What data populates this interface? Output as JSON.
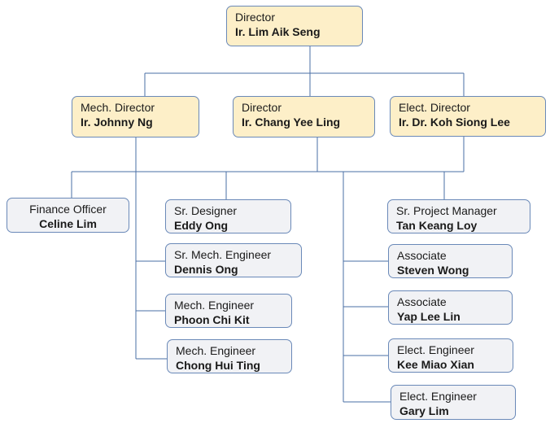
{
  "chart": {
    "nodes": [
      {
        "id": "director-lim",
        "role": "Director",
        "name": "Ir. Lim Aik Seng"
      },
      {
        "id": "mech-director",
        "role": "Mech. Director",
        "name": "Ir. Johnny Ng"
      },
      {
        "id": "director-chang",
        "role": "Director",
        "name": "Ir. Chang Yee Ling"
      },
      {
        "id": "elect-director",
        "role": "Elect. Director",
        "name": "Ir. Dr. Koh Siong Lee"
      },
      {
        "id": "finance-officer",
        "role": "Finance Officer",
        "name": "Celine Lim"
      },
      {
        "id": "sr-designer",
        "role": "Sr. Designer",
        "name": "Eddy Ong"
      },
      {
        "id": "sr-mech-engineer",
        "role": "Sr. Mech. Engineer",
        "name": "Dennis Ong"
      },
      {
        "id": "mech-engineer-phoon",
        "role": "Mech. Engineer",
        "name": "Phoon Chi Kit"
      },
      {
        "id": "mech-engineer-chong",
        "role": "Mech. Engineer",
        "name": "Chong Hui Ting"
      },
      {
        "id": "sr-project-manager",
        "role": "Sr. Project Manager",
        "name": "Tan Keang Loy"
      },
      {
        "id": "associate-steven",
        "role": "Associate",
        "name": "Steven Wong"
      },
      {
        "id": "associate-yap",
        "role": "Associate",
        "name": "Yap Lee Lin"
      },
      {
        "id": "elect-engineer-kee",
        "role": "Elect. Engineer",
        "name": "Kee Miao Xian"
      },
      {
        "id": "elect-engineer-gary",
        "role": "Elect. Engineer",
        "name": "Gary Lim"
      }
    ]
  }
}
